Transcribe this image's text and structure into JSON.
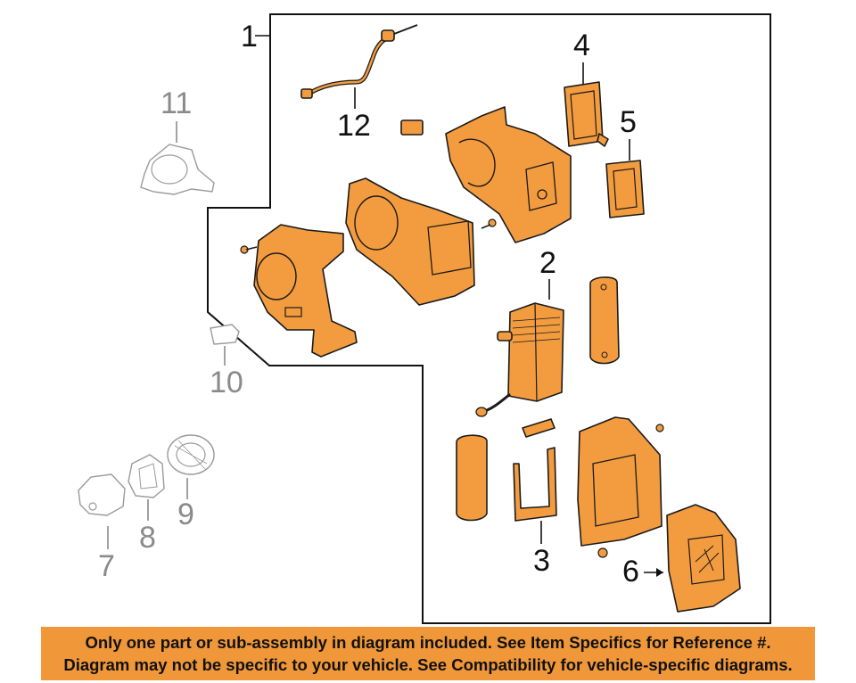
{
  "callouts": {
    "c1": "1",
    "c2": "2",
    "c3": "3",
    "c4": "4",
    "c5": "5",
    "c6": "6",
    "c7": "7",
    "c8": "8",
    "c9": "9",
    "c10": "10",
    "c11": "11",
    "c12": "12"
  },
  "colors": {
    "part_fill": "#f39c3f",
    "banner": "#f0973a",
    "grey_parts": "#9a9a9a"
  },
  "banner": {
    "line1": "Only one part or sub-assembly in diagram included. See Item Specifics for Reference #.",
    "line2": "Diagram may not be specific to your vehicle. See Compatibility for vehicle-specific diagrams."
  }
}
